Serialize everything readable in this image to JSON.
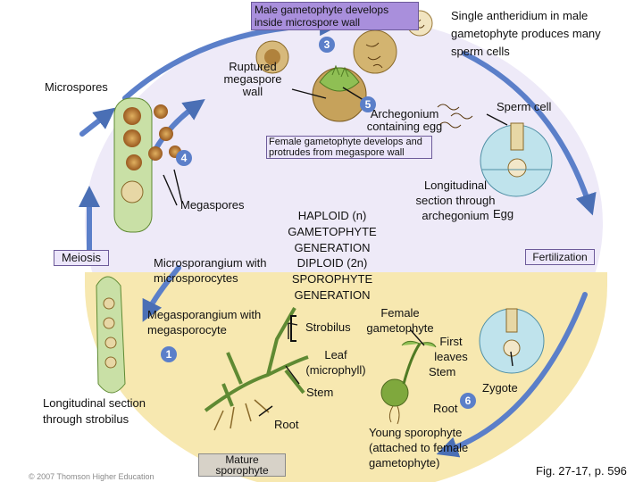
{
  "labels": {
    "male_gametophyte_box": "Male gametophyte develops inside microspore wall",
    "single_antheridium": "Single antheridium in male gametophyte produces many sperm cells",
    "microspores": "Microspores",
    "ruptured_megaspore": "Ruptured megaspore wall",
    "sperm_cell": "Sperm cell",
    "archegonium": "Archegonium containing egg",
    "female_gametophyte_box": "Female gametophyte develops and protrudes from megaspore wall",
    "longitudinal_archegonium": "Longitudinal section through archegonium",
    "egg": "Egg",
    "megaspores": "Megaspores",
    "haploid": "HAPLOID (n) GAMETOPHYTE GENERATION",
    "diploid": "DIPLOID (2n) SPOROPHYTE GENERATION",
    "meiosis": "Meiosis",
    "fertilization": "Fertilization",
    "microsporangium": "Microsporangium with microsporocytes",
    "megasporangium": "Megasporangium with megasporocyte",
    "female_gametophyte": "Female gametophyte",
    "strobilus": "Strobilus",
    "first_leaves": "First leaves",
    "stem_right": "Stem",
    "leaf": "Leaf (microphyll)",
    "stem_center": "Stem",
    "zygote": "Zygote",
    "root_right": "Root",
    "root_center": "Root",
    "longitudinal_strobilus": "Longitudinal section through strobilus",
    "young_sporophyte": "Young sporophyte (attached to female gametophyte)",
    "mature_sporophyte": "Mature sporophyte",
    "copyright": "© 2007 Thomson Higher Education",
    "figure_caption": "Fig. 27-17, p. 596"
  },
  "steps": [
    "1",
    "3",
    "4",
    "5",
    "6"
  ],
  "colors": {
    "haploid_bg": "#eeeaf8",
    "diploid_bg": "#f7e8b0",
    "cycle_arrow": "#5b7fc9",
    "label_box": "#a98fdc",
    "plant_green": "#6f9a3d"
  }
}
